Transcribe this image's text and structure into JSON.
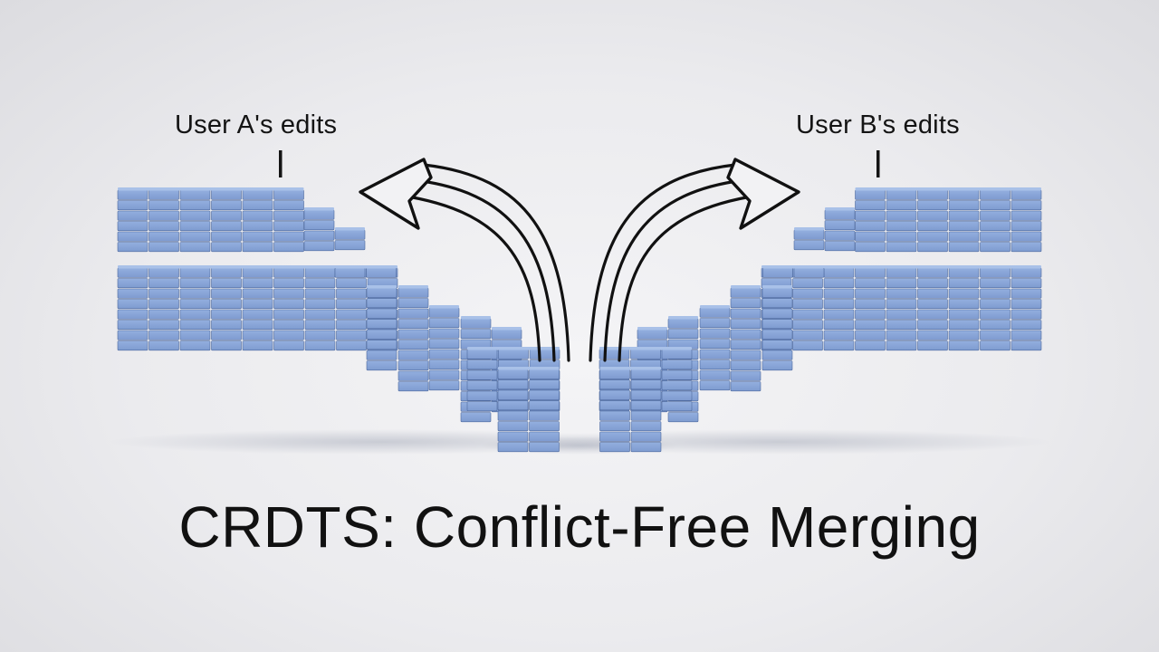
{
  "title": "CRDTS: Conflict-Free Merging",
  "labels": {
    "user_a": "User A's edits",
    "user_b": "User B's edits"
  },
  "colors": {
    "block_face": "#8aa7d8",
    "block_top": "#a9c1e8",
    "block_side": "#6a86bd",
    "block_line": "#4f6a9e",
    "ink": "#111111"
  }
}
